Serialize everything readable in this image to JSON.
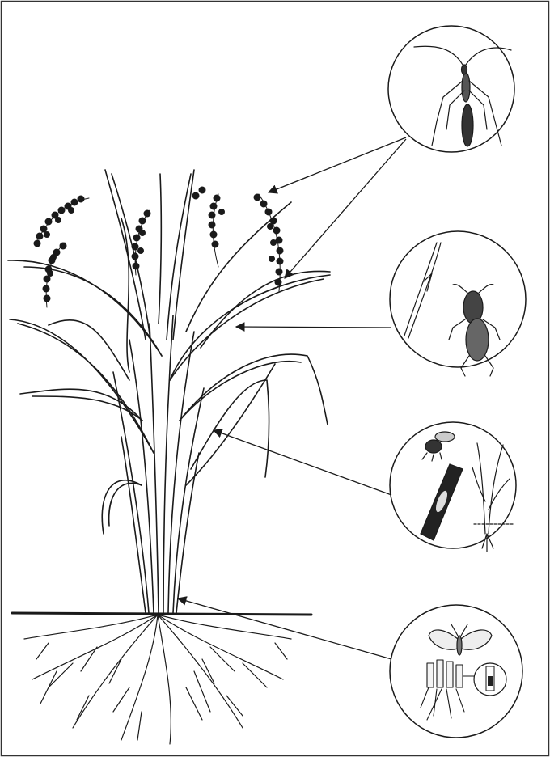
{
  "figure": {
    "description_free": true,
    "plant": "rice-plant",
    "insets": [
      {
        "id": "water-strider-inset",
        "subject": "long-legged-bug",
        "points_to": [
          "panicle",
          "flag-leaf"
        ]
      },
      {
        "id": "mole-cricket-inset",
        "subject": "cricket-and-leaf-tip",
        "points_to": [
          "upper-leaf"
        ]
      },
      {
        "id": "fly-stem-inset",
        "subject": "fly-larva-in-stem-and-seedling",
        "points_to": [
          "tiller"
        ]
      },
      {
        "id": "moth-root-inset",
        "subject": "moth-and-root-borer",
        "points_to": [
          "stem-base"
        ]
      }
    ]
  },
  "colors": {
    "ink": "#1a1a1a",
    "background": "#ffffff",
    "frame": "#333333"
  }
}
